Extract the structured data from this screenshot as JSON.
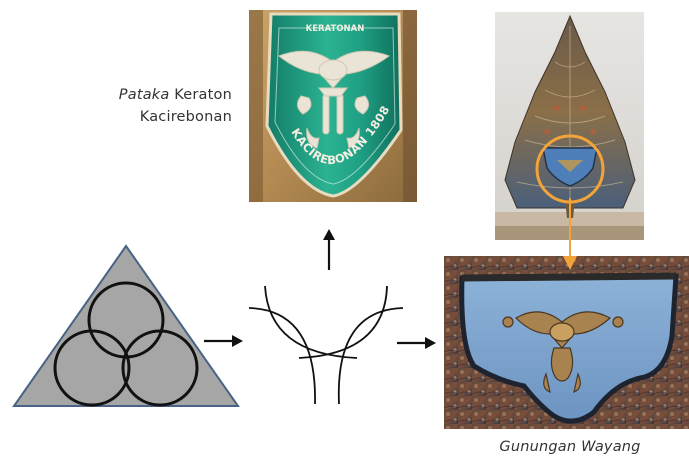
{
  "captions": {
    "pataka_italic": "Pataka",
    "pataka_rest": " Keraton",
    "pataka_line2": "Kacirebonan",
    "gunungan": "Gunungan Wayang"
  },
  "banner": {
    "top_text": "KERATONAN",
    "arc_text": "KACIREBONAN 1808"
  },
  "colors": {
    "triangle_fill": "#a6a6a6",
    "triangle_stroke": "#4a6285",
    "highlight": "#f2a33a",
    "banner_green": "#1f9f84",
    "shield_blue": "#7fa6cf"
  }
}
